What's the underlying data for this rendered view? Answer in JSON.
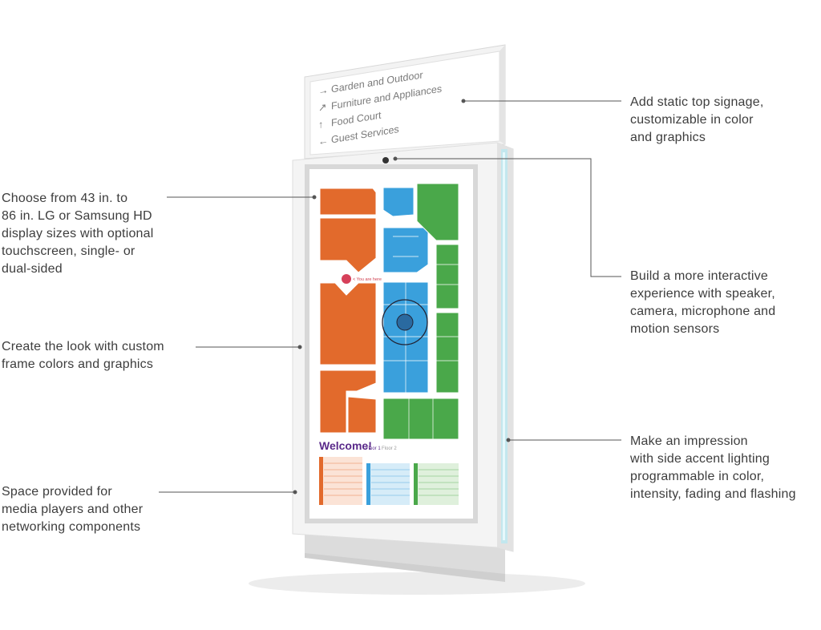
{
  "colors": {
    "orange": "#e26a2c",
    "blue": "#3aa0dc",
    "green": "#4aa84a",
    "accent_light": "#bfe8f0",
    "you_are_here": "#d6405a",
    "welcome": "#5a2a8a"
  },
  "top_sign": {
    "items": [
      {
        "icon": "arrow-right-icon",
        "text": "Garden and Outdoor"
      },
      {
        "icon": "arrow-up-right-icon",
        "text": "Furniture and Appliances"
      },
      {
        "icon": "arrow-up-icon",
        "text": "Food Court"
      },
      {
        "icon": "arrow-left-icon",
        "text": "Guest Services"
      }
    ]
  },
  "screen": {
    "you_are_here": "< You are here",
    "welcome": "Welcome!",
    "floor1": "Floor 1",
    "floor2": "Floor 2"
  },
  "callouts": {
    "screen_sizes": [
      "Choose from 43 in. to",
      "86 in. LG or Samsung HD",
      "display sizes with optional",
      "touchscreen, single- or",
      "dual-sided"
    ],
    "frame": [
      "Create the look with custom",
      "frame colors and graphics"
    ],
    "media": [
      "Space provided for",
      "media players and other",
      "networking components"
    ],
    "top_signage": [
      "Add static top signage,",
      "customizable in color",
      "and graphics"
    ],
    "interactive": [
      "Build a more interactive",
      "experience with speaker,",
      "camera, microphone and",
      "motion sensors"
    ],
    "lighting": [
      "Make an impression",
      "with side accent lighting",
      "programmable in color,",
      "intensity, fading and flashing"
    ]
  }
}
